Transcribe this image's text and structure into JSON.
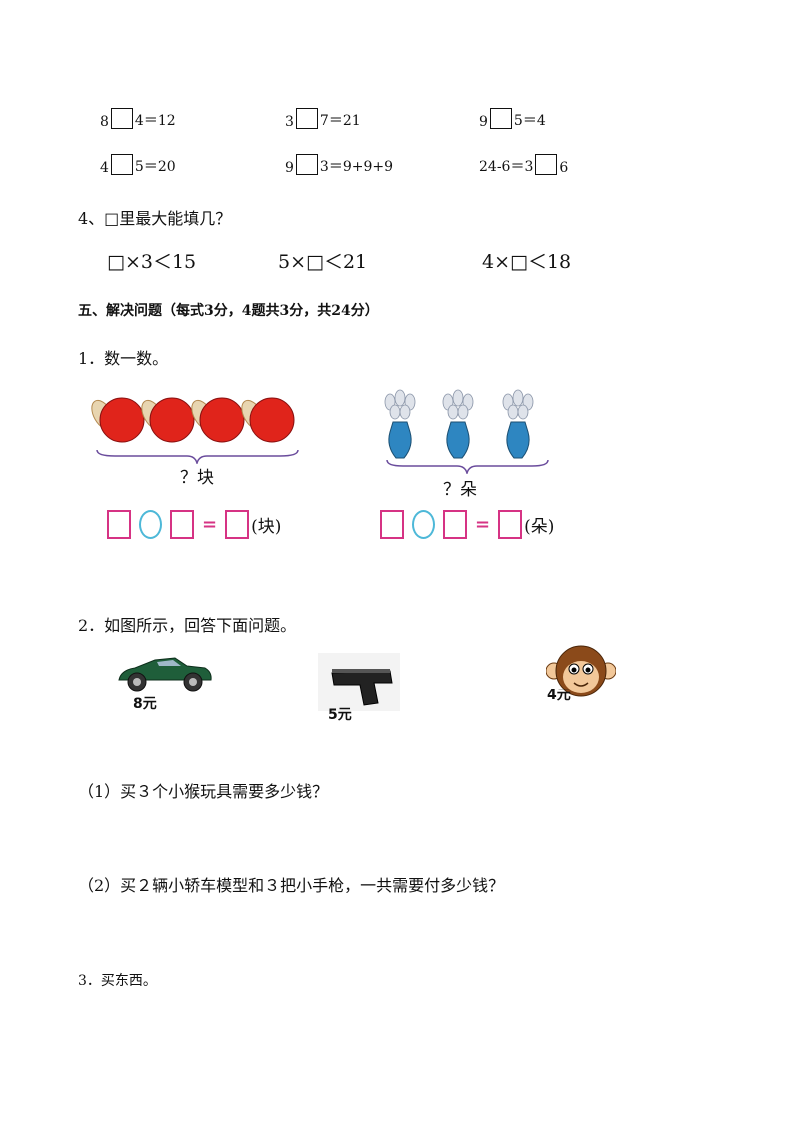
{
  "part3": {
    "row1": [
      {
        "a": "8",
        "b": "4＝12"
      },
      {
        "a": "3",
        "b": "7＝21"
      },
      {
        "a": "9",
        "b": "5＝4"
      }
    ],
    "row2": [
      {
        "a": "4",
        "b": "5＝20"
      },
      {
        "a": "9",
        "b": "3＝9+9+9"
      },
      {
        "a": "24-6＝3",
        "b": "6"
      }
    ]
  },
  "q4": {
    "title": "4、□里最大能填几？",
    "items": [
      "□×3＜15",
      "5×□＜21",
      "4×□＜18"
    ]
  },
  "section5": {
    "title": "五、解决问题（每式3分，4题共3分，共24分）"
  },
  "count": {
    "title": "1．数一数。",
    "left_label": "？块",
    "right_label": "？朵",
    "left_unit": "(块)",
    "right_unit": "(朵)",
    "equals": "="
  },
  "q2": {
    "title": "2．如图所示，回答下面问题。",
    "prices": [
      "8元",
      "5元",
      "4元"
    ],
    "sub1": "（1）买３个小猴玩具需要多少钱？",
    "sub2": "（2）买２辆小轿车模型和３把小手枪，一共需要付多少钱？"
  },
  "q3": {
    "title": "3．买东西。"
  },
  "colors": {
    "paddle_red": "#e0241b",
    "box_pink": "#d63384",
    "circle_blue": "#4db8d8",
    "car_green": "#1f5e3a"
  }
}
